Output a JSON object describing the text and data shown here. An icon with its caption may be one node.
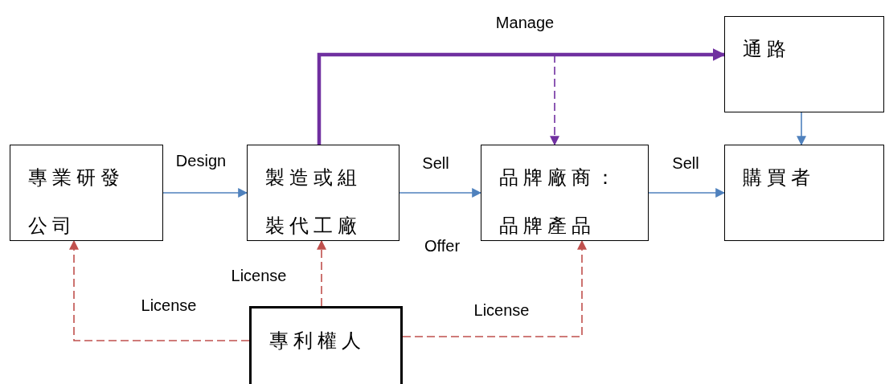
{
  "diagram": {
    "nodes": [
      {
        "text": [
          "專業研發公司"
        ]
      },
      {
        "text": [
          "製造或組裝代工廠"
        ]
      },
      {
        "text": [
          "品牌廠商：品牌產品"
        ]
      },
      {
        "text": [
          "通路"
        ]
      },
      {
        "text": [
          "購買者"
        ]
      },
      {
        "text": [
          "專利權人"
        ]
      }
    ],
    "edges": [
      {
        "from": 0,
        "to": 1,
        "arrow": "to",
        "label": "Design"
      },
      {
        "from": 1,
        "to": 2,
        "arrow": "to",
        "label": "Sell"
      },
      {
        "from": 2,
        "to": 4,
        "arrow": "to",
        "label": "Sell"
      },
      {
        "from": 1,
        "to": 3,
        "arrow": "to",
        "label": "Manage",
        "style": "thick",
        "color": "#7030a0"
      },
      {
        "from": null,
        "to": 2,
        "arrow": "to",
        "style": "dashed",
        "color": "#7030a0"
      },
      {
        "from": 3,
        "to": 4,
        "arrow": "to"
      },
      {
        "from": 5,
        "to": 0,
        "arrow": "to",
        "label": "License",
        "style": "dashed",
        "color": "#c0504d"
      },
      {
        "from": 5,
        "to": 1,
        "arrow": "to",
        "label": "License",
        "style": "dashed",
        "color": "#c0504d"
      },
      {
        "from": 5,
        "to": 2,
        "arrow": "to",
        "label": "License",
        "style": "dashed",
        "color": "#c0504d"
      }
    ],
    "labels": [
      "Offer"
    ]
  }
}
